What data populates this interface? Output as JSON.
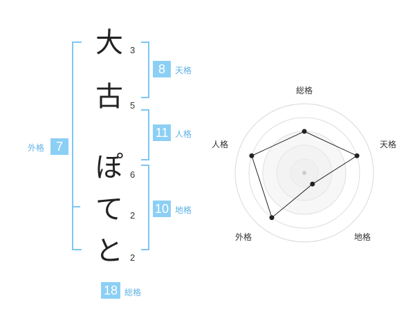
{
  "name_chars": [
    {
      "char": "大",
      "strokes": "3"
    },
    {
      "char": "古",
      "strokes": "5"
    },
    {
      "char": "ぽ",
      "strokes": "6"
    },
    {
      "char": "て",
      "strokes": "2"
    },
    {
      "char": "と",
      "strokes": "2"
    }
  ],
  "grids": {
    "tenkaku": {
      "value": "8",
      "label": "天格"
    },
    "jinkaku": {
      "value": "11",
      "label": "人格"
    },
    "chikaku": {
      "value": "10",
      "label": "地格"
    },
    "gaikaku": {
      "value": "7",
      "label": "外格"
    },
    "soukaku": {
      "value": "18",
      "label": "総格"
    }
  },
  "colors": {
    "accent": "#8ccff5",
    "accent_text": "#5fb3e6",
    "bracket": "#7cc6f2"
  },
  "chart_data": {
    "type": "radar",
    "axes": [
      "総格",
      "天格",
      "地格",
      "外格",
      "人格"
    ],
    "values": [
      3,
      4,
      1,
      4,
      4
    ],
    "max": 5
  }
}
